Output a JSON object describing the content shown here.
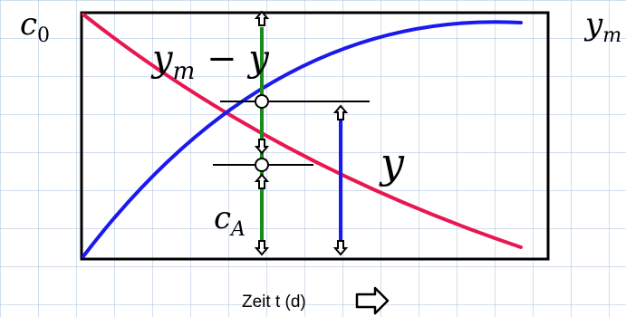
{
  "labels": {
    "c0_base": "c",
    "c0_sub": "0",
    "ym_base": "y",
    "ym_sub": "m",
    "diff_base": "y",
    "diff_sub": "m",
    "diff_rest": " − y",
    "y": "y",
    "cA_base": "c",
    "cA_sub": "A"
  },
  "time_axis": {
    "label": "Zeit t (d)"
  },
  "colors": {
    "decay_curve": "#e8174f",
    "growth_curve": "#1a1aee",
    "difference_bar": "#1a8a1a",
    "y_bar": "#1a1aee",
    "frame": "#000000"
  },
  "icons": [
    "up-arrow-icon",
    "down-arrow-icon",
    "right-arrow-icon"
  ]
}
